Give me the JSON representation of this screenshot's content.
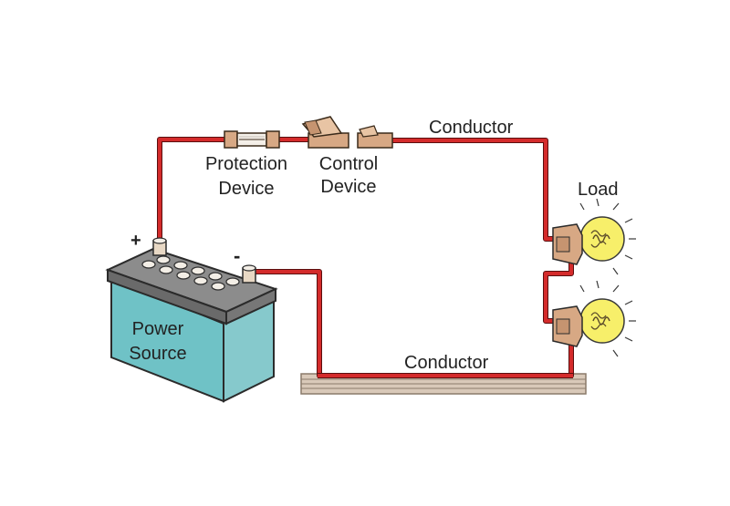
{
  "labels": {
    "conductor_top": "Conductor",
    "conductor_bottom": "Conductor",
    "protection_line1": "Protection",
    "protection_line2": "Device",
    "control_line1": "Control",
    "control_line2": "Device",
    "load": "Load",
    "power_line1": "Power",
    "power_line2": "Source",
    "plus": "+",
    "minus": "-"
  },
  "colors": {
    "wire": "#d42b2b",
    "battery_body": "#6fc2c6",
    "battery_top": "#7d7d7d",
    "bulb_glass": "#f7ef6a",
    "socket": "#d7a884",
    "base_plank": "#d9c9b9"
  },
  "icons": {
    "battery": "battery-icon",
    "fuse": "fuse-icon",
    "switch": "knife-switch-icon",
    "bulb": "light-bulb-icon"
  }
}
